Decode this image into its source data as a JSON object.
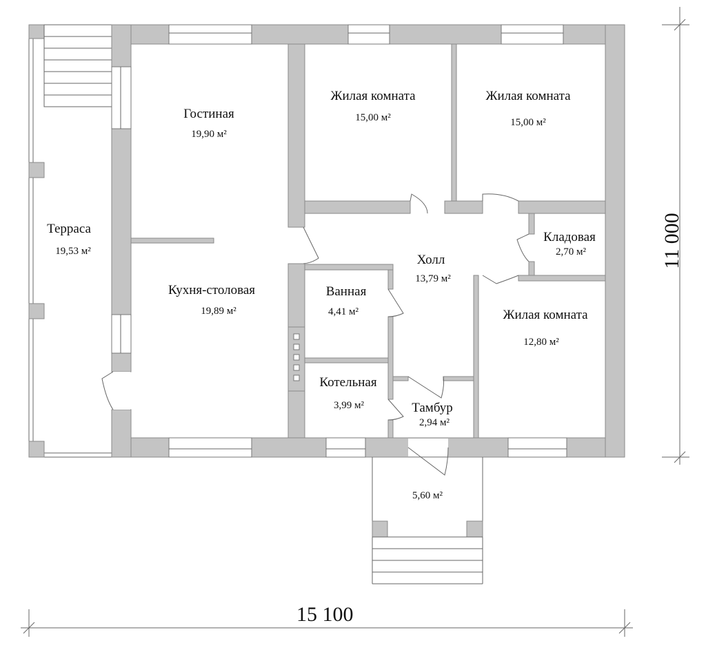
{
  "rooms": [
    {
      "name": "Гостиная",
      "area": "19,90 м²"
    },
    {
      "name": "Жилая комната",
      "area": "15,00 м²"
    },
    {
      "name": "Жилая комната",
      "area": "15,00 м²"
    },
    {
      "name": "Терраса",
      "area": "19,53 м²"
    },
    {
      "name": "Кладовая",
      "area": "2,70 м²"
    },
    {
      "name": "Холл",
      "area": "13,79 м²"
    },
    {
      "name": "Кухня-столовая",
      "area": "19,89 м²"
    },
    {
      "name": "Ванная",
      "area": "4,41 м²"
    },
    {
      "name": "Жилая комната",
      "area": "12,80 м²"
    },
    {
      "name": "Котельная",
      "area": "3,99 м²"
    },
    {
      "name": "Тамбур",
      "area": "2,94 м²"
    },
    {
      "name": "",
      "area": "5,60 м²"
    }
  ],
  "dimensions": {
    "width": "15 100",
    "height": "11 000"
  }
}
